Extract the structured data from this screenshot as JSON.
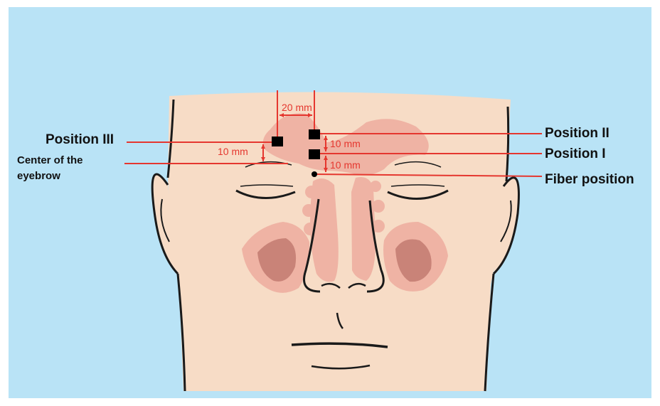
{
  "diagram": {
    "labels": {
      "position_3": "Position III",
      "position_2": "Position II",
      "position_1": "Position  I",
      "fiber": "Fiber position",
      "eyebrow_line1": "Center of the",
      "eyebrow_line2": "eyebrow"
    },
    "dimensions": {
      "horizontal": "20 mm",
      "vertical_left": "10 mm",
      "vertical_right_upper": "10 mm",
      "vertical_right_lower": "10 mm"
    },
    "colors": {
      "background": "#b9e3f6",
      "skin": "#f7dcc6",
      "outline": "#1a1a1a",
      "sinus_light": "#efb3a4",
      "sinus_dark": "#c98378",
      "annotation_red": "#e5372f",
      "marker": "#000000"
    }
  }
}
